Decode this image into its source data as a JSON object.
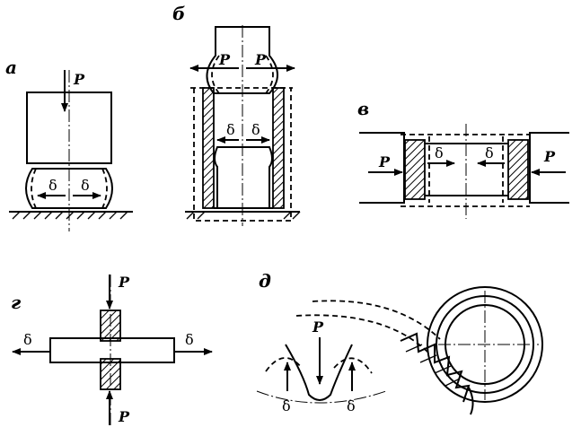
{
  "labels": {
    "a": "а",
    "b": "б",
    "v": "в",
    "g": "г",
    "d": "д"
  },
  "symbols": {
    "force": "P",
    "deformation": "δ"
  }
}
